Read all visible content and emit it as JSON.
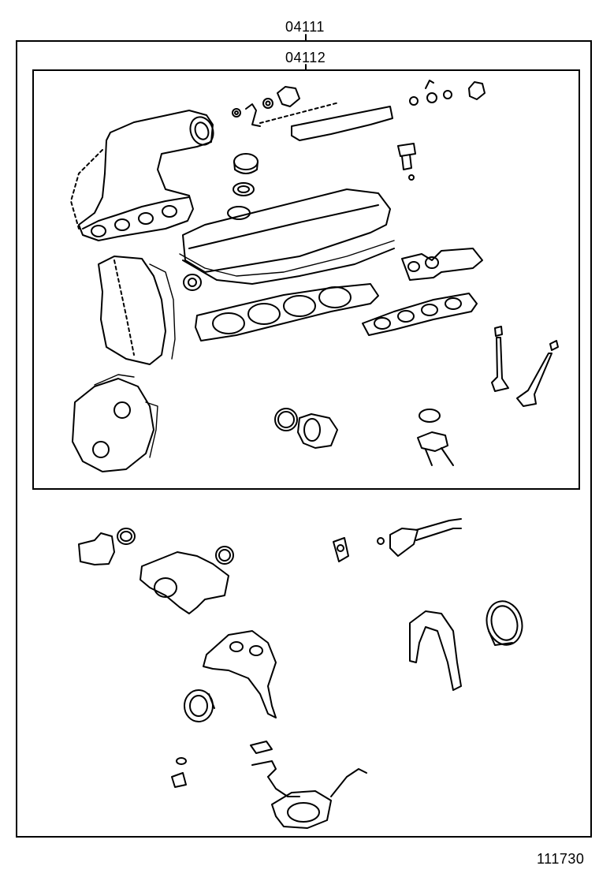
{
  "labels": {
    "outer_kit": "04111",
    "inner_kit": "04112",
    "figure_number": "111730"
  }
}
